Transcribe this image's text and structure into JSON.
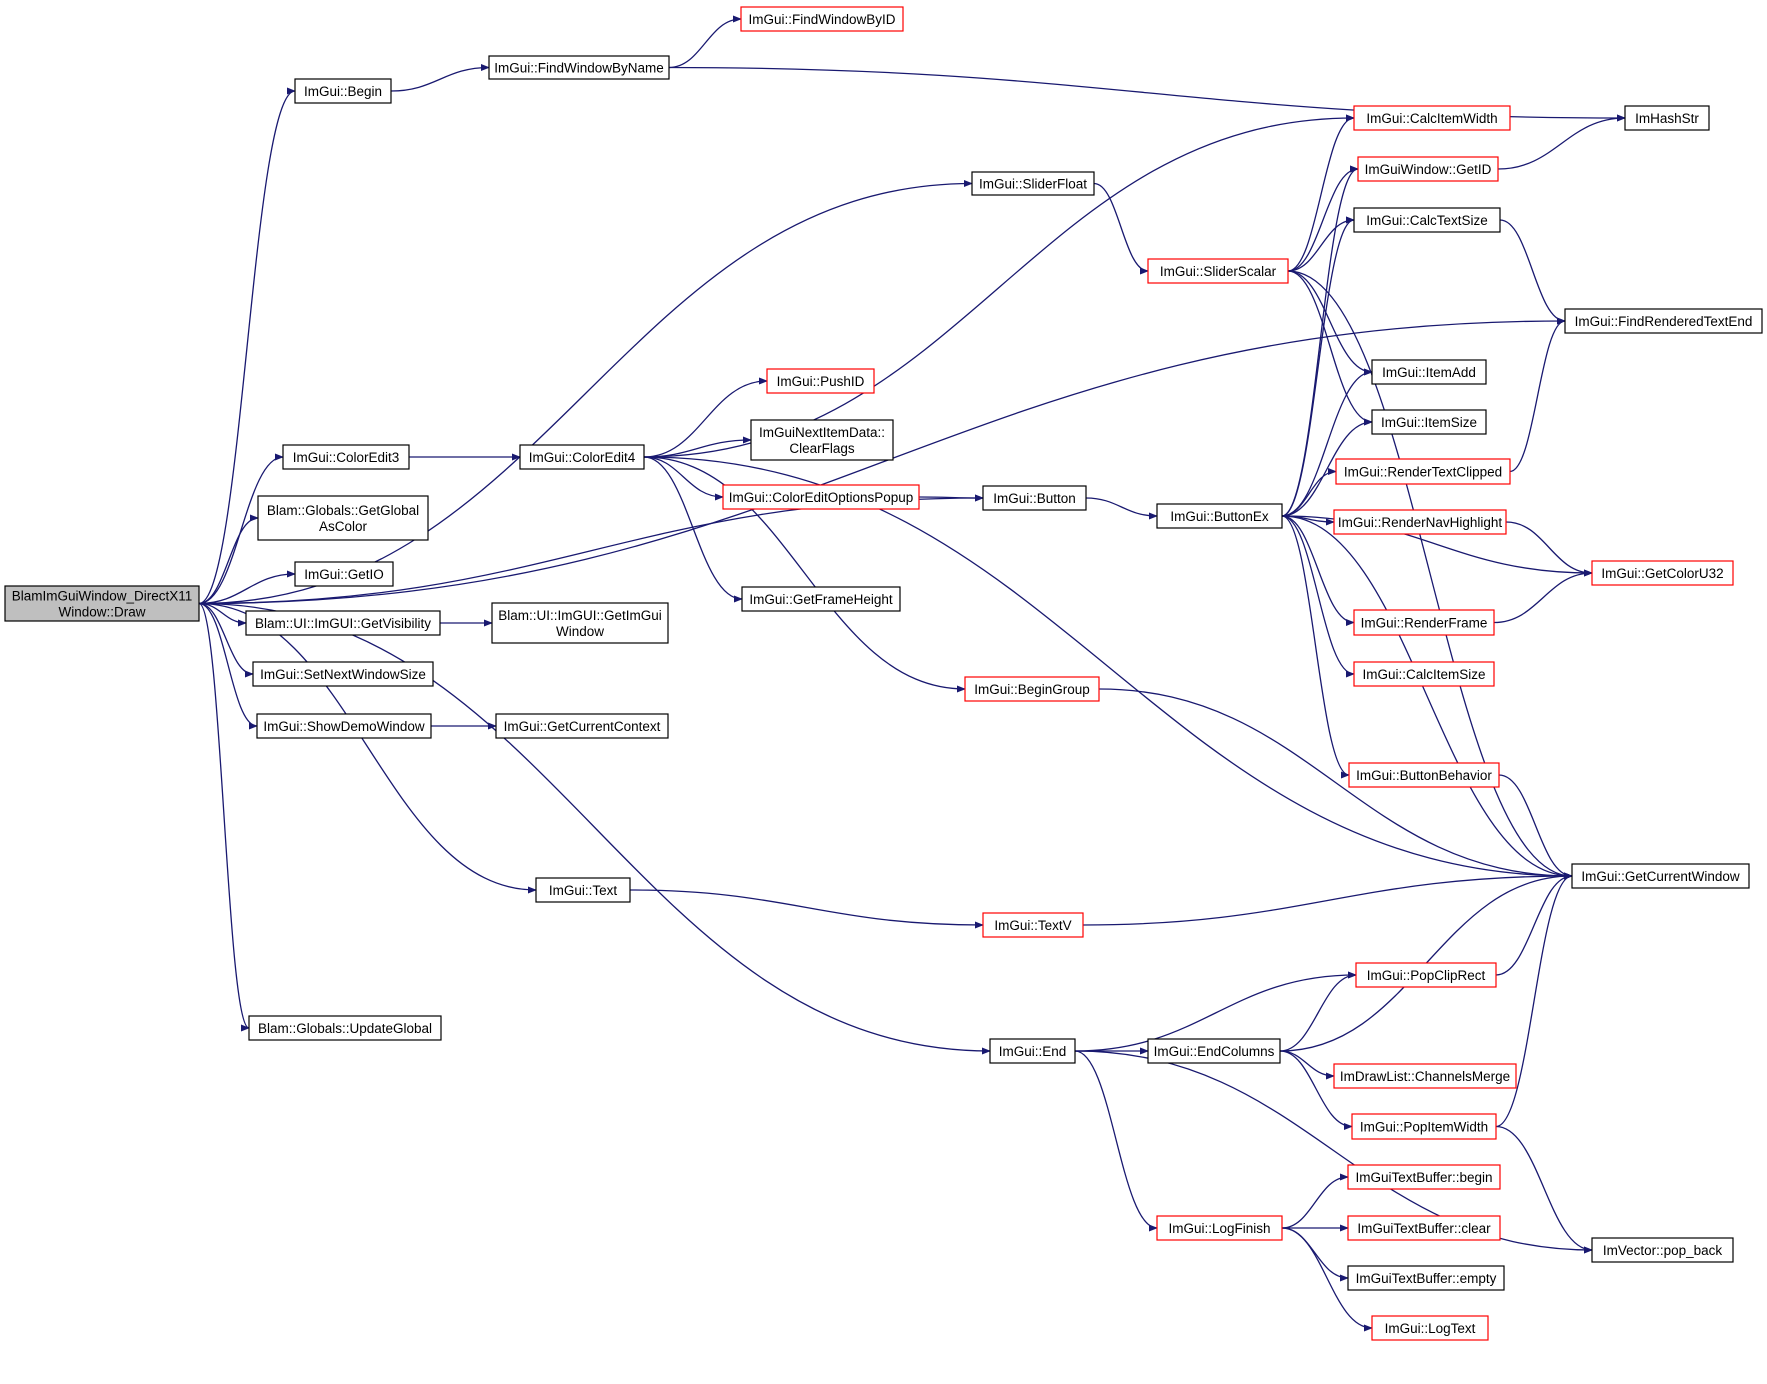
{
  "diagram": {
    "edge_color": "#191970",
    "truncated_node_border": "#ff0000",
    "root_fill": "#bfbfbf",
    "nodes": [
      {
        "id": "draw",
        "lines": [
          "BlamImGuiWindow_DirectX11",
          "Window::Draw"
        ],
        "style": "root"
      },
      {
        "id": "begin",
        "lines": [
          "ImGui::Begin"
        ],
        "style": "plain"
      },
      {
        "id": "findByName",
        "lines": [
          "ImGui::FindWindowByName"
        ],
        "style": "plain"
      },
      {
        "id": "findByID",
        "lines": [
          "ImGui::FindWindowByID"
        ],
        "style": "trunc"
      },
      {
        "id": "hashStr",
        "lines": [
          "ImHashStr"
        ],
        "style": "plain"
      },
      {
        "id": "sliderFloat",
        "lines": [
          "ImGui::SliderFloat"
        ],
        "style": "plain"
      },
      {
        "id": "sliderScalar",
        "lines": [
          "ImGui::SliderScalar"
        ],
        "style": "trunc"
      },
      {
        "id": "calcItemWidth",
        "lines": [
          "ImGui::CalcItemWidth"
        ],
        "style": "trunc"
      },
      {
        "id": "getID",
        "lines": [
          "ImGuiWindow::GetID"
        ],
        "style": "trunc"
      },
      {
        "id": "calcTextSize",
        "lines": [
          "ImGui::CalcTextSize"
        ],
        "style": "plain"
      },
      {
        "id": "findRendered",
        "lines": [
          "ImGui::FindRenderedTextEnd"
        ],
        "style": "plain"
      },
      {
        "id": "itemAdd",
        "lines": [
          "ImGui::ItemAdd"
        ],
        "style": "plain"
      },
      {
        "id": "itemSize",
        "lines": [
          "ImGui::ItemSize"
        ],
        "style": "plain"
      },
      {
        "id": "pushID",
        "lines": [
          "ImGui::PushID"
        ],
        "style": "trunc"
      },
      {
        "id": "clearFlags",
        "lines": [
          "ImGuiNextItemData::",
          "ClearFlags"
        ],
        "style": "plain"
      },
      {
        "id": "colorEdit3",
        "lines": [
          "ImGui::ColorEdit3"
        ],
        "style": "plain"
      },
      {
        "id": "colorEdit4",
        "lines": [
          "ImGui::ColorEdit4"
        ],
        "style": "plain"
      },
      {
        "id": "colorPopup",
        "lines": [
          "ImGui::ColorEditOptionsPopup"
        ],
        "style": "trunc"
      },
      {
        "id": "button",
        "lines": [
          "ImGui::Button"
        ],
        "style": "plain"
      },
      {
        "id": "buttonEx",
        "lines": [
          "ImGui::ButtonEx"
        ],
        "style": "plain"
      },
      {
        "id": "renderTextClipped",
        "lines": [
          "ImGui::RenderTextClipped"
        ],
        "style": "trunc"
      },
      {
        "id": "renderNav",
        "lines": [
          "ImGui::RenderNavHighlight"
        ],
        "style": "trunc"
      },
      {
        "id": "getColorU32",
        "lines": [
          "ImGui::GetColorU32"
        ],
        "style": "trunc"
      },
      {
        "id": "renderFrame",
        "lines": [
          "ImGui::RenderFrame"
        ],
        "style": "trunc"
      },
      {
        "id": "calcItemSize",
        "lines": [
          "ImGui::CalcItemSize"
        ],
        "style": "trunc"
      },
      {
        "id": "buttonBehavior",
        "lines": [
          "ImGui::ButtonBehavior"
        ],
        "style": "trunc"
      },
      {
        "id": "getCurrentWindow",
        "lines": [
          "ImGui::GetCurrentWindow"
        ],
        "style": "plain"
      },
      {
        "id": "getGlobalAsColor",
        "lines": [
          "Blam::Globals::GetGlobal",
          "AsColor"
        ],
        "style": "plain"
      },
      {
        "id": "getIO",
        "lines": [
          "ImGui::GetIO"
        ],
        "style": "plain"
      },
      {
        "id": "getVisibility",
        "lines": [
          "Blam::UI::ImGUI::GetVisibility"
        ],
        "style": "plain"
      },
      {
        "id": "getImGuiWindow",
        "lines": [
          "Blam::UI::ImGUI::GetImGui",
          "Window"
        ],
        "style": "plain"
      },
      {
        "id": "setNextWindowSize",
        "lines": [
          "ImGui::SetNextWindowSize"
        ],
        "style": "plain"
      },
      {
        "id": "showDemo",
        "lines": [
          "ImGui::ShowDemoWindow"
        ],
        "style": "plain"
      },
      {
        "id": "getCurrentContext",
        "lines": [
          "ImGui::GetCurrentContext"
        ],
        "style": "plain"
      },
      {
        "id": "getFrameHeight",
        "lines": [
          "ImGui::GetFrameHeight"
        ],
        "style": "plain"
      },
      {
        "id": "beginGroup",
        "lines": [
          "ImGui::BeginGroup"
        ],
        "style": "trunc"
      },
      {
        "id": "text",
        "lines": [
          "ImGui::Text"
        ],
        "style": "plain"
      },
      {
        "id": "textV",
        "lines": [
          "ImGui::TextV"
        ],
        "style": "trunc"
      },
      {
        "id": "updateGlobal",
        "lines": [
          "Blam::Globals::UpdateGlobal"
        ],
        "style": "plain"
      },
      {
        "id": "end",
        "lines": [
          "ImGui::End"
        ],
        "style": "plain"
      },
      {
        "id": "endColumns",
        "lines": [
          "ImGui::EndColumns"
        ],
        "style": "plain"
      },
      {
        "id": "popClipRect",
        "lines": [
          "ImGui::PopClipRect"
        ],
        "style": "trunc"
      },
      {
        "id": "channelsMerge",
        "lines": [
          "ImDrawList::ChannelsMerge"
        ],
        "style": "trunc"
      },
      {
        "id": "popItemWidth",
        "lines": [
          "ImGui::PopItemWidth"
        ],
        "style": "trunc"
      },
      {
        "id": "popBack",
        "lines": [
          "ImVector::pop_back"
        ],
        "style": "plain"
      },
      {
        "id": "logFinish",
        "lines": [
          "ImGui::LogFinish"
        ],
        "style": "trunc"
      },
      {
        "id": "tbBegin",
        "lines": [
          "ImGuiTextBuffer::begin"
        ],
        "style": "trunc"
      },
      {
        "id": "tbClear",
        "lines": [
          "ImGuiTextBuffer::clear"
        ],
        "style": "trunc"
      },
      {
        "id": "tbEmpty",
        "lines": [
          "ImGuiTextBuffer::empty"
        ],
        "style": "plain"
      },
      {
        "id": "logText",
        "lines": [
          "ImGui::LogText"
        ],
        "style": "trunc"
      }
    ],
    "edges": [
      [
        "draw",
        "begin"
      ],
      [
        "draw",
        "sliderFloat"
      ],
      [
        "draw",
        "findRendered"
      ],
      [
        "draw",
        "colorEdit3"
      ],
      [
        "draw",
        "button"
      ],
      [
        "draw",
        "getGlobalAsColor"
      ],
      [
        "draw",
        "getIO"
      ],
      [
        "draw",
        "getVisibility"
      ],
      [
        "draw",
        "setNextWindowSize"
      ],
      [
        "draw",
        "showDemo"
      ],
      [
        "draw",
        "text"
      ],
      [
        "draw",
        "end"
      ],
      [
        "draw",
        "updateGlobal"
      ],
      [
        "begin",
        "findByName"
      ],
      [
        "findByName",
        "findByID"
      ],
      [
        "findByName",
        "hashStr"
      ],
      [
        "sliderFloat",
        "sliderScalar"
      ],
      [
        "sliderScalar",
        "calcItemWidth"
      ],
      [
        "sliderScalar",
        "getID"
      ],
      [
        "sliderScalar",
        "calcTextSize"
      ],
      [
        "sliderScalar",
        "itemAdd"
      ],
      [
        "sliderScalar",
        "itemSize"
      ],
      [
        "sliderScalar",
        "getCurrentWindow"
      ],
      [
        "getID",
        "hashStr"
      ],
      [
        "calcTextSize",
        "findRendered"
      ],
      [
        "colorEdit3",
        "colorEdit4"
      ],
      [
        "colorEdit4",
        "calcItemWidth"
      ],
      [
        "colorEdit4",
        "pushID"
      ],
      [
        "colorEdit4",
        "clearFlags"
      ],
      [
        "colorEdit4",
        "colorPopup"
      ],
      [
        "colorEdit4",
        "getFrameHeight"
      ],
      [
        "colorEdit4",
        "beginGroup"
      ],
      [
        "colorEdit4",
        "getCurrentWindow"
      ],
      [
        "colorPopup",
        "button"
      ],
      [
        "button",
        "buttonEx"
      ],
      [
        "buttonEx",
        "getID"
      ],
      [
        "buttonEx",
        "calcTextSize"
      ],
      [
        "buttonEx",
        "itemAdd"
      ],
      [
        "buttonEx",
        "itemSize"
      ],
      [
        "buttonEx",
        "renderTextClipped"
      ],
      [
        "buttonEx",
        "renderNav"
      ],
      [
        "buttonEx",
        "getColorU32"
      ],
      [
        "buttonEx",
        "renderFrame"
      ],
      [
        "buttonEx",
        "calcItemSize"
      ],
      [
        "buttonEx",
        "buttonBehavior"
      ],
      [
        "buttonEx",
        "getCurrentWindow"
      ],
      [
        "renderTextClipped",
        "findRendered"
      ],
      [
        "renderNav",
        "getColorU32"
      ],
      [
        "renderFrame",
        "getColorU32"
      ],
      [
        "buttonBehavior",
        "getCurrentWindow"
      ],
      [
        "beginGroup",
        "getCurrentWindow"
      ],
      [
        "getVisibility",
        "getImGuiWindow"
      ],
      [
        "showDemo",
        "getCurrentContext"
      ],
      [
        "text",
        "textV"
      ],
      [
        "textV",
        "getCurrentWindow"
      ],
      [
        "end",
        "popClipRect"
      ],
      [
        "end",
        "endColumns"
      ],
      [
        "end",
        "logFinish"
      ],
      [
        "end",
        "popBack"
      ],
      [
        "endColumns",
        "popClipRect"
      ],
      [
        "endColumns",
        "getCurrentWindow"
      ],
      [
        "endColumns",
        "channelsMerge"
      ],
      [
        "endColumns",
        "popItemWidth"
      ],
      [
        "popClipRect",
        "getCurrentWindow"
      ],
      [
        "popItemWidth",
        "getCurrentWindow"
      ],
      [
        "popItemWidth",
        "popBack"
      ],
      [
        "logFinish",
        "tbBegin"
      ],
      [
        "logFinish",
        "tbClear"
      ],
      [
        "logFinish",
        "tbEmpty"
      ],
      [
        "logFinish",
        "logText"
      ]
    ]
  }
}
